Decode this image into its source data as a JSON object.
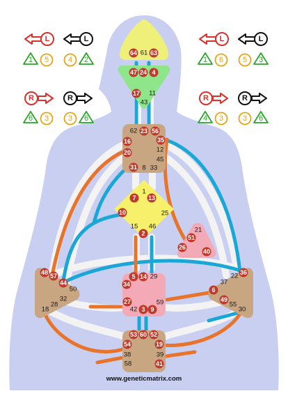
{
  "arrows": {
    "design_top_letter": "L",
    "personality_top_letter": "L",
    "design_bottom_letter": "R",
    "personality_bottom_letter": "R"
  },
  "variables": {
    "left_top": [
      "1",
      "5",
      "4",
      "2"
    ],
    "left_bottom": [
      "6",
      "3",
      "3",
      "6"
    ],
    "right_top": [
      "1",
      "6",
      "5",
      "3"
    ],
    "right_bottom": [
      "4",
      "3",
      "3",
      "6"
    ]
  },
  "gates": {
    "head": [
      "64",
      "61",
      "63"
    ],
    "ajna": [
      "47",
      "24",
      "4",
      "17",
      "11",
      "43"
    ],
    "throat": [
      "62",
      "23",
      "56",
      "16",
      "35",
      "20",
      "12",
      "45",
      "31",
      "8",
      "33"
    ],
    "g": [
      "1",
      "7",
      "13",
      "10",
      "25",
      "15",
      "2",
      "46"
    ],
    "ego": [
      "21",
      "51",
      "26",
      "40"
    ],
    "spleen": [
      "48",
      "57",
      "44",
      "50",
      "32",
      "28",
      "18"
    ],
    "solar_plexus": [
      "36",
      "22",
      "37",
      "6",
      "49",
      "55",
      "30"
    ],
    "sacral": [
      "5",
      "14",
      "29",
      "34",
      "27",
      "3",
      "9",
      "42",
      "59"
    ],
    "root": [
      "53",
      "60",
      "52",
      "54",
      "19",
      "38",
      "39",
      "58",
      "41"
    ]
  },
  "watermark": "www.geneticmatrix.com",
  "colors": {
    "design": "#e8742c",
    "personality": "#1aa7d6",
    "body": "#c9cff0",
    "channel": "#f3f3f3",
    "head_center": "#eef07a",
    "ajna_center": "#8ee58a",
    "defined_center": "#c9a682",
    "g_center": "#f6f06a",
    "ego_center": "#f4a9b6",
    "sacral_center": "#f4a9b6",
    "gate_badge": "#c0392b",
    "red_arrow": "#d9302a",
    "green_triangle": "#2aa52a",
    "yellow_circle": "#e6a417"
  }
}
